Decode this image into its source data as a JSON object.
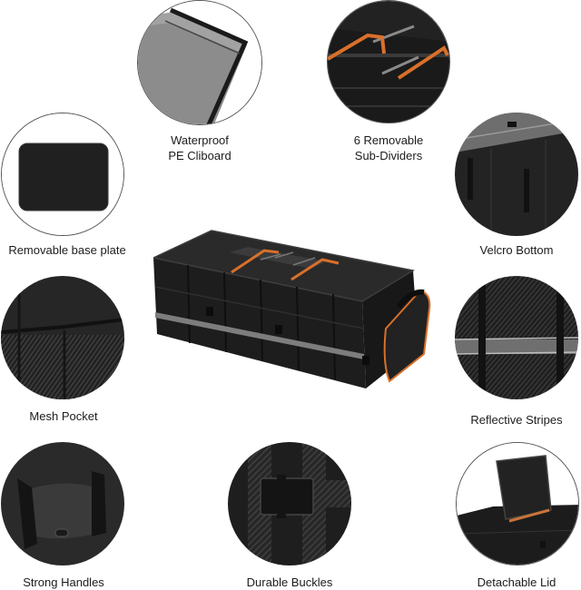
{
  "product": {
    "name": "Car trunk organizer with 6 removable sub-dividers",
    "colors": {
      "body": "#1c1c1c",
      "trim_orange": "#d9702a",
      "reflective_stripe": "#7d7d7d",
      "clipboard_gray": "#8a8a8a",
      "background": "#ffffff"
    }
  },
  "features": [
    {
      "id": "waterproof-pe-clipboard",
      "label_lines": [
        "Waterproof",
        "PE Cliboard"
      ],
      "icon": "clipboard-panel-icon"
    },
    {
      "id": "removable-sub-dividers",
      "label_lines": [
        "6 Removable",
        "Sub-Dividers"
      ],
      "icon": "dividers-icon"
    },
    {
      "id": "removable-base-plate",
      "label_lines": [
        "Removable base plate"
      ],
      "icon": "base-plate-icon"
    },
    {
      "id": "velcro-bottom",
      "label_lines": [
        "Velcro Bottom"
      ],
      "icon": "velcro-icon"
    },
    {
      "id": "mesh-pocket",
      "label_lines": [
        "Mesh Pocket"
      ],
      "icon": "mesh-pocket-icon"
    },
    {
      "id": "reflective-stripes",
      "label_lines": [
        "Reflective Stripes"
      ],
      "icon": "reflective-stripe-icon"
    },
    {
      "id": "strong-handles",
      "label_lines": [
        "Strong Handles"
      ],
      "icon": "handle-icon"
    },
    {
      "id": "durable-buckles",
      "label_lines": [
        "Durable Buckles"
      ],
      "icon": "buckle-icon"
    },
    {
      "id": "detachable-lid",
      "label_lines": [
        "Detachable Lid"
      ],
      "icon": "lid-icon"
    }
  ]
}
